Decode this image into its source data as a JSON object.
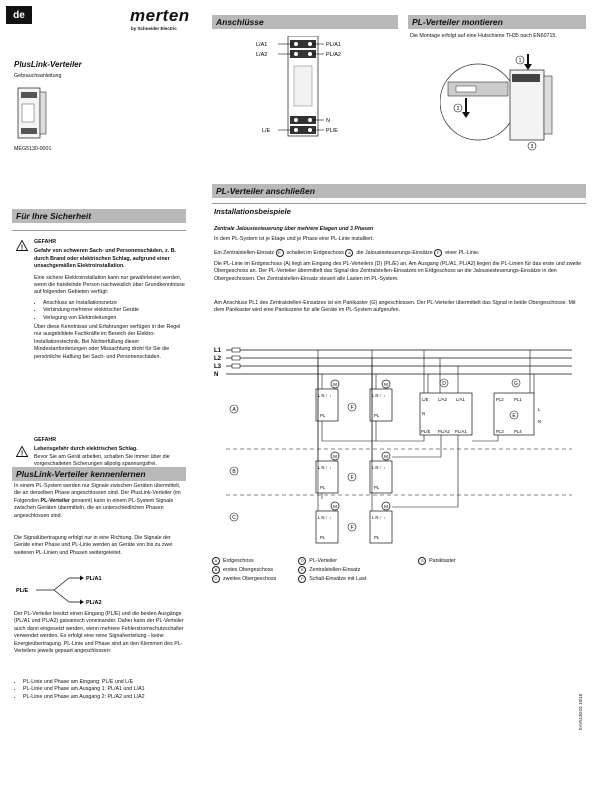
{
  "header": {
    "lang": "de",
    "brand": "merten",
    "brand_sub": "by Schneider Electric"
  },
  "product": {
    "title": "PlusLink-Verteiler",
    "subtitle": "Gebrauchsanleitung",
    "article_no": "MEG5130-0001"
  },
  "sections": {
    "safety_title": "Für Ihre Sicherheit",
    "know_title": "PlusLink-Verteiler kennenlernen",
    "connections_title": "Anschlüsse",
    "mount_title": "PL-Verteiler montieren",
    "connect_title": "PL-Verteiler anschließen"
  },
  "safety": {
    "danger1_label": "GEFAHR",
    "danger1_bold": "Gefahr von schweren Sach- und Personenschäden, z. B. durch Brand oder elektrischen Schlag, aufgrund einer unsachgemäßen Elektroinstallation.",
    "danger1_text": "Eine sichere Elektroinstallation kann nur gewährleistet werden, wenn die handelnde Person nachweislich über Grundkenntnisse auf folgenden Gebieten verfügt:",
    "bullets": [
      "Anschluss an Installationsnetze",
      "Verbindung mehrerer elektrischer Geräte",
      "Verlegung von Elektroleitungen"
    ],
    "danger1_after": "Über diese Kenntnisse und Erfahrungen verfügen in der Regel nur ausgebildete Fachkräfte im Bereich der Elektro-Installationstechnik. Bei Nichterfüllung dieser Mindestanforderungen oder Missachtung droht für Sie die persönliche Haftung bei Sach- und Personenschäden.",
    "danger2_label": "GEFAHR",
    "danger2_bold": "Lebensgefahr durch elektrischen Schlag.",
    "danger2_text": "Bevor Sie am Gerät arbeiten, schalten Sie immer über die vorgeschalteten Sicherungen allpolig spannungsfrei."
  },
  "know": {
    "p1": "In einem PL-System werden nur Signale zwischen Geräten übermittelt, die an derselben Phase angeschlossen sind. Der PlusLink-Verteiler (im Folgenden",
    "p1_bold": "PL-Verteiler",
    "p1_end": "genannt) kann in einem PL-System Signale zwischen Geräten übermitteln, die an unterschiedlichen Phasen angeschlossen sind.",
    "p2": "Die Signalübertragung erfolgt nur in eine Richtung. Die Signale der Geräte einer Phase und PL-Linie werden an Geräte von bis zu zwei weiteren PL-Linien und Phasen weitergeleitet.",
    "diagram": {
      "in": "PL/E",
      "out1": "PL/A1",
      "out2": "PL/A2"
    },
    "p3": "Der PL-Verteiler besitzt einen Eingang (PL/E) und die beiden Ausgänge (PL/A1 und PL/A2) galvanisch voneinander. Daher kann der PL-Verteiler auch dann eingesetzt werden, wenn mehrere Fehlerstromschutzschalter verwendet werden. Es erfolgt eine reine Signalverteilung - keine Energieübertragung. PL-Linie und Phase sind an den Klemmen des PL-Verteilers jeweils gepaart angeschlossen:",
    "bullets": [
      "PL-Linie und Phase am Eingang: PL/E und L/E",
      "PL-Linie und Phase am Ausgang 1: PL/A1 und L/A1",
      "PL-Linie und Phase am Ausgang 2: PL/A2 und L/A2"
    ]
  },
  "connections_diagram": {
    "left_top1": "L/A1",
    "left_top2": "L/A2",
    "right_top1": "PL/A1",
    "right_top2": "PL/A2",
    "right_n": "N",
    "left_bottom": "L/E",
    "right_bottom": "PL/E"
  },
  "mount": {
    "text": "Die Montage erfolgt auf eine Hutschiene TH35 nach EN60715.",
    "step1": "1",
    "step2": "2",
    "step3": "3"
  },
  "connect": {
    "examples_title": "Installationsbeispiele",
    "subtitle": "Zentrale Jalousiesteuerung über mehrere Etagen und 3 Phasen",
    "p1": "In dem PL-System ist je Etage und je Phase eine PL-Linie installiert.",
    "p2a": "Ein Zentralstellen-Einsatz",
    "p2_c": "E",
    "p2b": "schaltet im Erdgeschoss",
    "p2_a": "A",
    "p2c": "die Jalousiesteuerungs-Einsätze",
    "p2_f": "F",
    "p2d": "einer PL-Linie.",
    "p3": "Die PL-Linie im Erdgeschoss (A) liegt am Eingang des PL-Verteilers (D) (PL/E) an. Am Ausgang (PL/A1, PL/A2) liegen die PL-Linien für das erste und zweite Obergeschoss an. Der PL-Verteiler übermittelt das Signal des Zentralstellen-Einsatzes im Erdgeschoss an die Jalousiesteuerungs-Einsätze in den Obergeschossen. Der Zentralstellen-Einsatz steuert alle Lasten im PL-System.",
    "p4": "Am Anschluss PL1 des Zentralstellen-Einsatzes ist ein Panikaster (G) angeschlossen. Der PL-Verteiler übermittelt das Signal in beide Obergeschosse. Mit dem Panikaster wird eine Panikszene für alle Geräte im PL-System aufgerufen."
  },
  "wiring": {
    "lines": [
      "L1",
      "L2",
      "L3",
      "N"
    ],
    "floor_a": "A",
    "floor_b": "B",
    "floor_c": "C",
    "dev_d": "D",
    "dev_e": "E",
    "dev_f": "F",
    "dev_g": "G",
    "motor": "M",
    "terminal_lnn": "L N ↑ ↓",
    "pl": "PL",
    "distributor_top": [
      "L/E",
      "L/A2",
      "L/A1"
    ],
    "distributor_n": "N",
    "distributor_bottom": [
      "PL/E",
      "PL/A2",
      "PL/A1"
    ],
    "zs_top": [
      "PL2",
      "PL1"
    ],
    "zs_bottom": [
      "PL3",
      "PL4"
    ],
    "zs_l": "L",
    "zs_n": "N"
  },
  "legend": [
    {
      "sym": "A",
      "text": "Erdgeschoss"
    },
    {
      "sym": "D",
      "text": "PL-Verteiler"
    },
    {
      "sym": "G",
      "text": "Paniktaster"
    },
    {
      "sym": "B",
      "text": "erstes Obergeschoss"
    },
    {
      "sym": "E",
      "text": "Zentralstellen-Einsatz"
    },
    {
      "sym": "C",
      "text": "zweites Obergeschoss"
    },
    {
      "sym": "F",
      "text": "Schalt-Einsätze mit Last"
    }
  ],
  "footer_code": "EAV5130-01 10/18"
}
